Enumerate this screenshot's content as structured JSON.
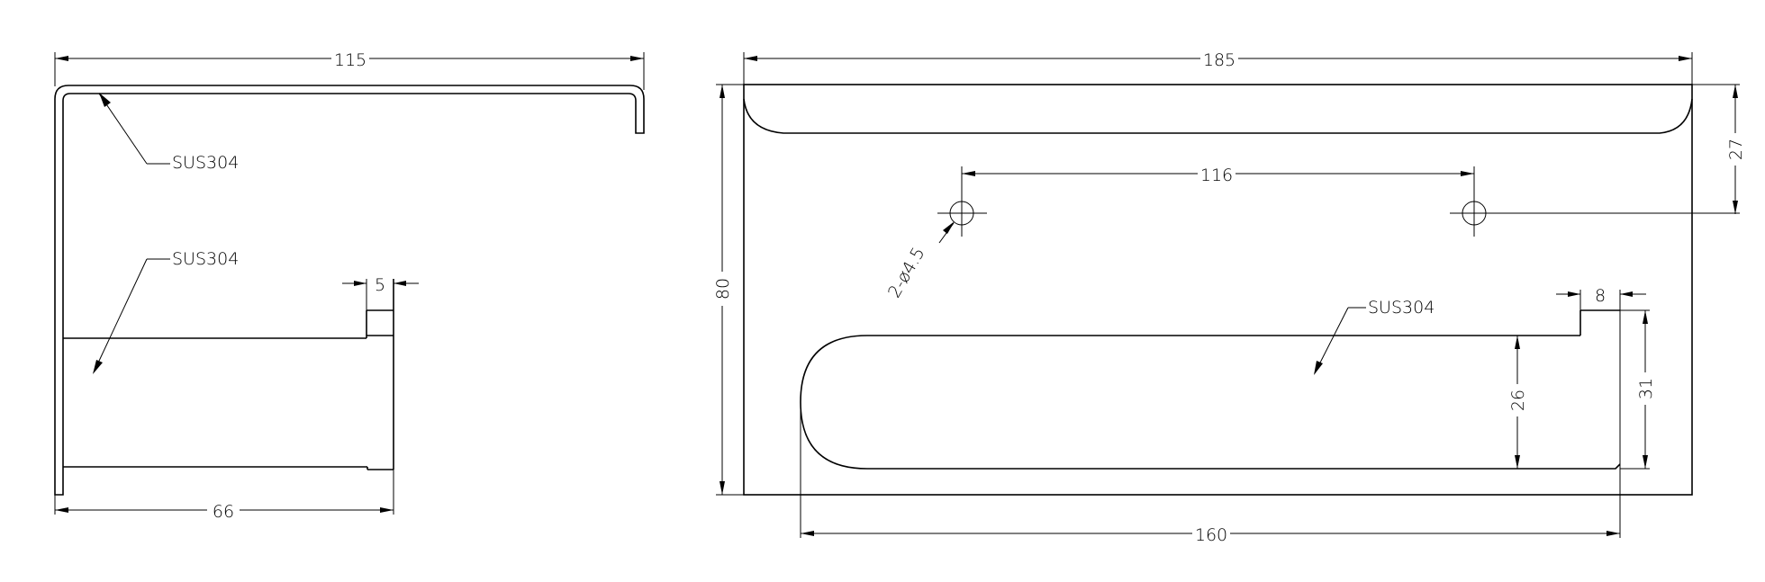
{
  "drawing": {
    "type": "technical-drawing",
    "views": [
      {
        "name": "side-view",
        "dimensions": {
          "overall_width": "115",
          "depth": "66",
          "lip_width": "5"
        },
        "callouts": {
          "top_material": "SUS304",
          "shelf_material": "SUS304"
        }
      },
      {
        "name": "front-view",
        "dimensions": {
          "overall_width": "185",
          "overall_height": "80",
          "hole_spacing": "116",
          "hole_offset_from_top": "27",
          "hole_spec": "2-ø4.5",
          "slot_length": "160",
          "slot_height": "26",
          "slot_outer_height": "31",
          "slot_lip": "8"
        },
        "callouts": {
          "shelf_material": "SUS304"
        }
      }
    ],
    "line_color": "#000000",
    "background_color": "#ffffff"
  }
}
